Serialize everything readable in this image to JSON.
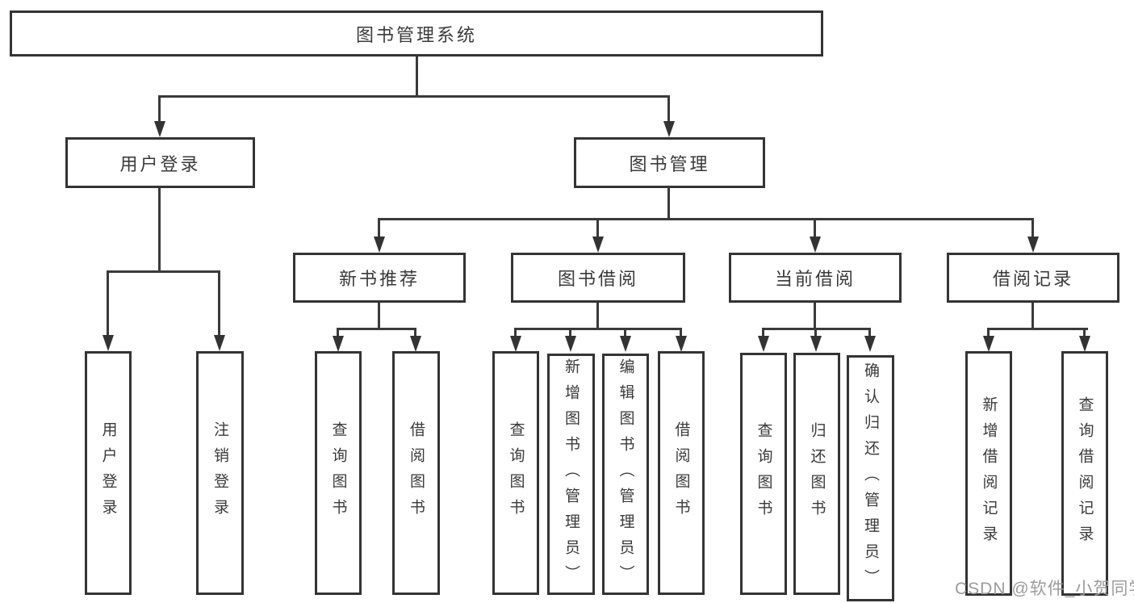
{
  "diagram": {
    "root": {
      "label": "图书管理系统"
    },
    "level2": [
      {
        "label": "用户登录"
      },
      {
        "label": "图书管理"
      }
    ],
    "level3": [
      {
        "label": "新书推荐"
      },
      {
        "label": "图书借阅"
      },
      {
        "label": "当前借阅"
      },
      {
        "label": "借阅记录"
      }
    ],
    "leaves": [
      {
        "label": "用户登录"
      },
      {
        "label": "注销登录"
      },
      {
        "label": "查询图书"
      },
      {
        "label": "借阅图书"
      },
      {
        "label": "查询图书"
      },
      {
        "label": "新增图书（管理员）"
      },
      {
        "label": "编辑图书（管理员）"
      },
      {
        "label": "借阅图书"
      },
      {
        "label": "查询图书"
      },
      {
        "label": "归还图书"
      },
      {
        "label": "确认归还（管理员）"
      },
      {
        "label": "新增借阅记录"
      },
      {
        "label": "查询借阅记录"
      }
    ]
  },
  "watermark": {
    "text": "CSDN @软件_小贺同学"
  },
  "colors": {
    "line": "#3a3a3a",
    "border": "#343434",
    "text": "#3a3a3a",
    "watermark": "#9c9c9c",
    "background": "#ffffff"
  }
}
